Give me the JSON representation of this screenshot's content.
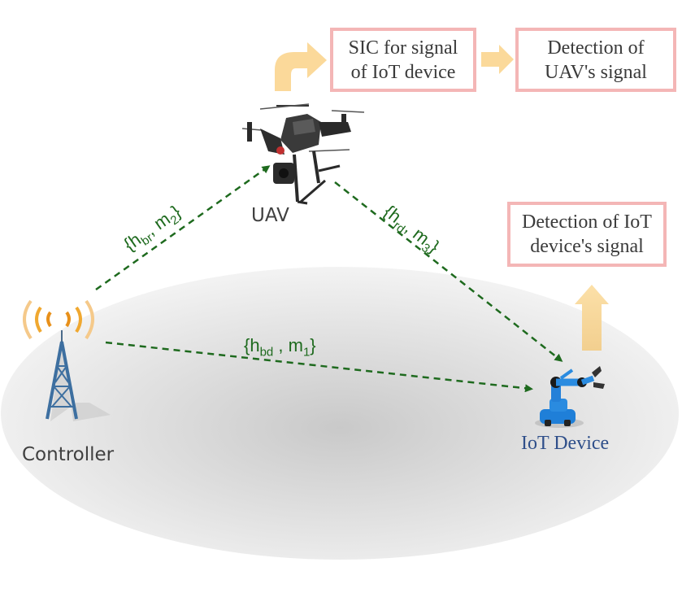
{
  "boxes": {
    "sic": {
      "line1": "SIC for signal",
      "line2": "of IoT device"
    },
    "uav_detect": {
      "line1": "Detection of",
      "line2": "UAV's signal"
    },
    "iot_detect": {
      "line1": "Detection of IoT",
      "line2": "device's signal"
    }
  },
  "nodes": {
    "uav": "UAV",
    "controller": "Controller",
    "iot": "IoT Device"
  },
  "links": {
    "br": {
      "open": "{h",
      "sub": "br",
      "mid": ", m",
      "msub": "2",
      "close": "}"
    },
    "rd": {
      "open": "{h",
      "sub": "rd",
      "mid": ", m",
      "msub": "3",
      "close": "}"
    },
    "bd": {
      "open": "{h",
      "sub": "bd",
      "mid": " , m",
      "msub": "1",
      "close": "}"
    }
  },
  "colors": {
    "box_border": "#f4b6b6",
    "arrow_fill": "#fbd99a",
    "link_color": "#1e6a1e",
    "ground": "#d9d9d9"
  }
}
